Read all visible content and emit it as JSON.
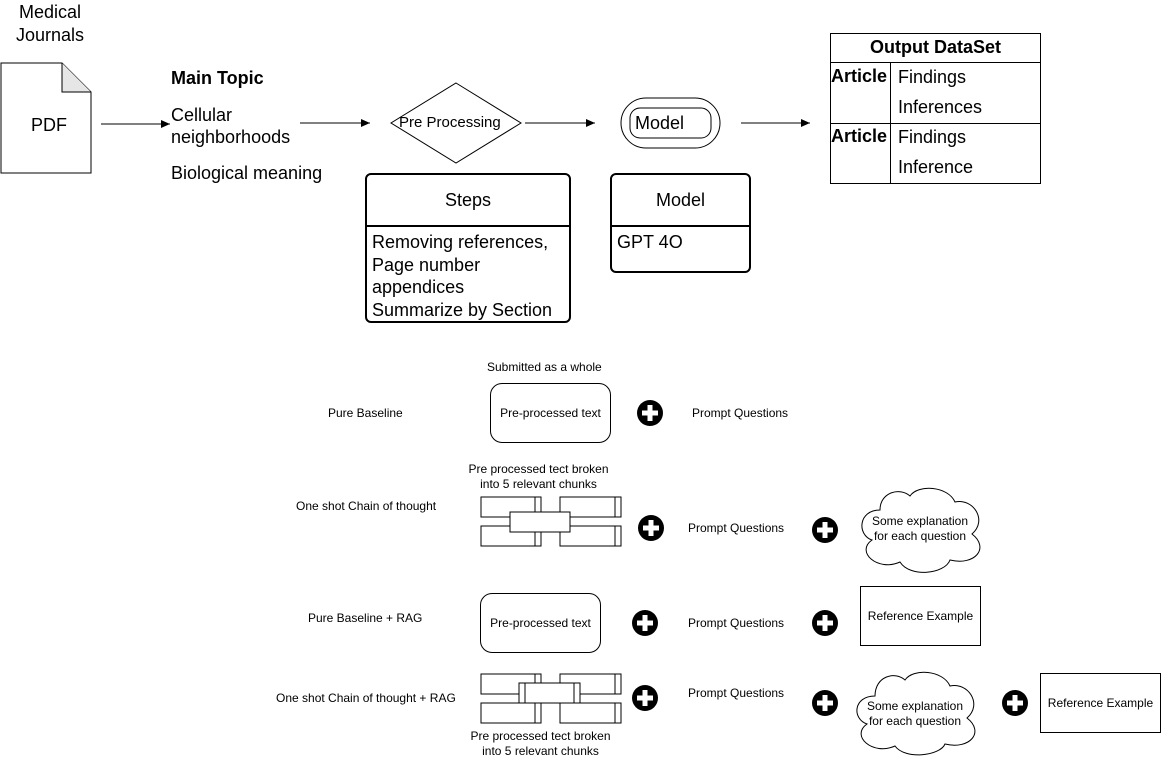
{
  "source": {
    "title": "Medical Journals",
    "pdf_label": "PDF"
  },
  "topic": {
    "heading": "Main Topic",
    "line1": "Cellular neighborhoods",
    "line2": "Biological meaning"
  },
  "preprocess": {
    "node_label": "Pre Processing",
    "steps_title": "Steps",
    "steps_lines": [
      "Removing references,",
      "Page number",
      "appendices",
      "Summarize by Section"
    ]
  },
  "model": {
    "node_label": "Model",
    "card_title": "Model",
    "card_value": "GPT 4O"
  },
  "output": {
    "title": "Output DataSet",
    "rows": [
      {
        "label": "Article",
        "items": [
          "Findings",
          "Inferences"
        ]
      },
      {
        "label": "Article",
        "items": [
          "Findings",
          "Inference"
        ]
      }
    ]
  },
  "methods": {
    "pure_baseline": {
      "label": "Pure Baseline",
      "caption": "Submitted as a whole",
      "box": "Pre-processed text",
      "prompt": "Prompt Questions"
    },
    "one_shot_cot": {
      "label": "One shot Chain of thought",
      "caption": "Pre processed tect broken into 5 relevant chunks",
      "prompt": "Prompt Questions",
      "cloud": "Some explanation for each question"
    },
    "pure_baseline_rag": {
      "label": "Pure Baseline + RAG",
      "box": "Pre-processed text",
      "prompt": "Prompt Questions",
      "reference": "Reference Example"
    },
    "one_shot_cot_rag": {
      "label": "One shot Chain of thought + RAG",
      "caption": "Pre processed tect broken into 5 relevant chunks",
      "prompt": "Prompt Questions",
      "cloud": "Some explanation for each question",
      "reference": "Reference Example"
    }
  }
}
